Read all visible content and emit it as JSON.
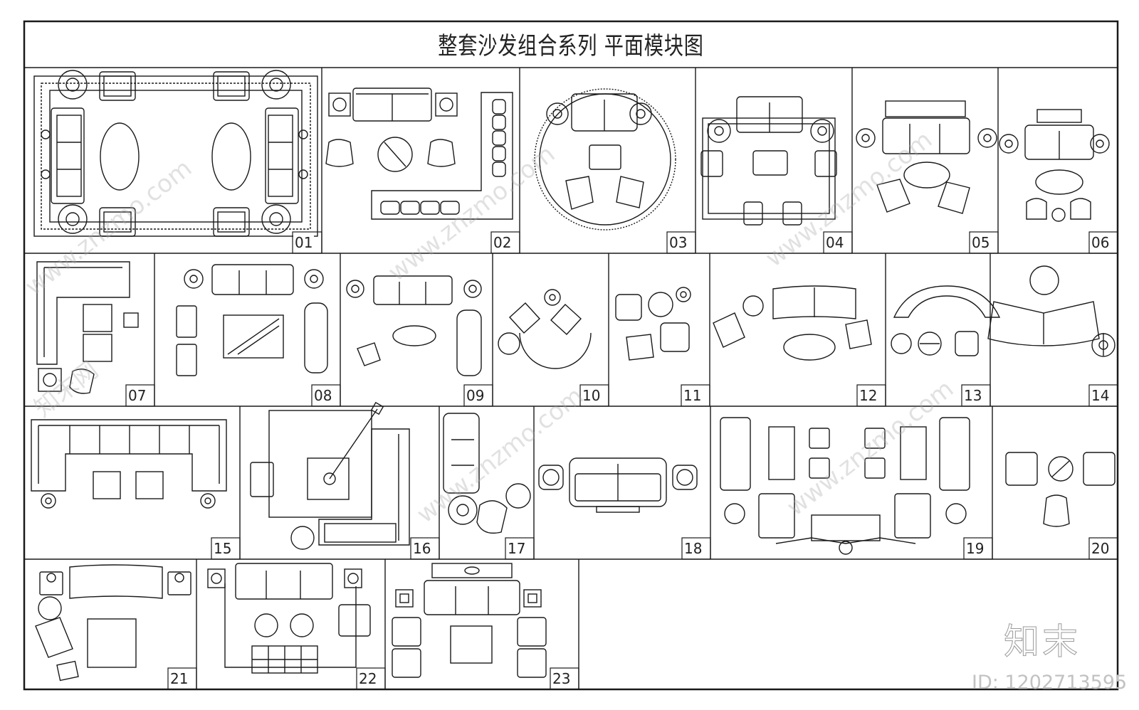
{
  "title": "整套沙发组合系列    平面模块图",
  "cells": [
    {
      "id": "01"
    },
    {
      "id": "02"
    },
    {
      "id": "03"
    },
    {
      "id": "04"
    },
    {
      "id": "05"
    },
    {
      "id": "06"
    },
    {
      "id": "07"
    },
    {
      "id": "08"
    },
    {
      "id": "09"
    },
    {
      "id": "10"
    },
    {
      "id": "11"
    },
    {
      "id": "12"
    },
    {
      "id": "13"
    },
    {
      "id": "14"
    },
    {
      "id": "15"
    },
    {
      "id": "16"
    },
    {
      "id": "17"
    },
    {
      "id": "18"
    },
    {
      "id": "19"
    },
    {
      "id": "20"
    },
    {
      "id": "21"
    },
    {
      "id": "22"
    },
    {
      "id": "23"
    }
  ],
  "watermark": {
    "brand": "知末",
    "id_text": "ID: 1202713595",
    "url": "www.znzmo.com",
    "short": "知末网"
  },
  "colors": {
    "line": "#1a1a1a",
    "watermark": "#b8b8b8",
    "background": "#ffffff"
  }
}
